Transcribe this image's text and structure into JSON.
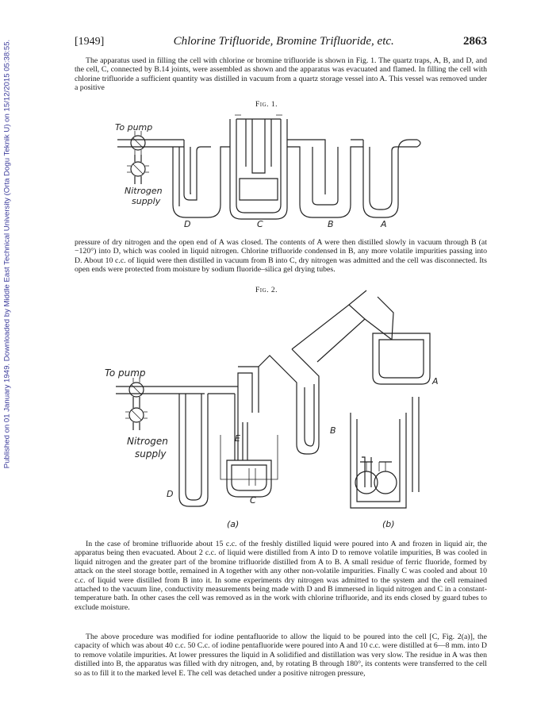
{
  "sidebar": {
    "text": "Published on 01 January 1949. Downloaded by Middle East Technical University (Orta Dogu Teknik U) on 15/12/2015 05:38:55."
  },
  "header": {
    "year": "[1949]",
    "title": "Chlorine Trifluoride, Bromine Trifluoride, etc.",
    "page": "2863"
  },
  "paragraphs": {
    "p1": "The apparatus used in filling the cell with chlorine or bromine trifluoride is shown in Fig. 1. The quartz traps, A, B, and D, and the cell, C, connected by B.14 joints, were assembled as shown and the apparatus was evacuated and flamed. In filling the cell with chlorine trifluoride a sufficient quantity was distilled in vacuum from a quartz storage vessel into A. This vessel was removed under a positive",
    "p2": "pressure of dry nitrogen and the open end of A was closed. The contents of A were then distilled slowly in vacuum through B (at −120°) into D, which was cooled in liquid nitrogen. Chlorine trifluoride condensed in B, any more volatile impurities passing into D. About 10 c.c. of liquid were then distilled in vacuum from B into C, dry nitrogen was admitted and the cell was disconnected. Its open ends were protected from moisture by sodium fluoride–silica gel drying tubes.",
    "p3": "In the case of bromine trifluoride about 15 c.c. of the freshly distilled liquid were poured into A and frozen in liquid air, the apparatus being then evacuated. About 2 c.c. of liquid were distilled from A into D to remove volatile impurities, B was cooled in liquid nitrogen and the greater part of the bromine trifluoride distilled from A to B. A small residue of ferric fluoride, formed by attack on the steel storage bottle, remained in A together with any other non-volatile impurities. Finally C was cooled and about 10 c.c. of liquid were distilled from B into it. In some experiments dry nitrogen was admitted to the system and the cell remained attached to the vacuum line, conductivity measurements being made with D and B immersed in liquid nitrogen and C in a constant-temperature bath. In other cases the cell was removed as in the work with chlorine trifluoride, and its ends closed by guard tubes to exclude moisture.",
    "p4": "The above procedure was modified for iodine pentafluoride to allow the liquid to be poured into the cell [C, Fig. 2(a)], the capacity of which was about 40 c.c. 50 C.c. of iodine pentafluoride were poured into A and 10 c.c. were distilled at 6—8 mm. into D to remove volatile impurities. At lower pressures the liquid in A solidified and distillation was very slow. The residue in A was then distilled into B, the apparatus was filled with dry nitrogen, and, by rotating B through 180°, its contents were transferred to the cell so as to fill it to the marked level E. The cell was detached under a positive nitrogen pressure,"
  },
  "fig1": {
    "caption": "Fig. 1.",
    "labels": {
      "pump": "To pump",
      "nitrogen": "Nitrogen",
      "supply": "supply",
      "D": "D",
      "C": "C",
      "B": "B",
      "A": "A"
    }
  },
  "fig2": {
    "caption": "Fig. 2.",
    "labels": {
      "pump": "To pump",
      "nitrogen": "Nitrogen",
      "supply": "supply",
      "A": "A",
      "B": "B",
      "C": "C",
      "D": "D",
      "E": "E",
      "a": "(a)",
      "b": "(b)"
    }
  }
}
